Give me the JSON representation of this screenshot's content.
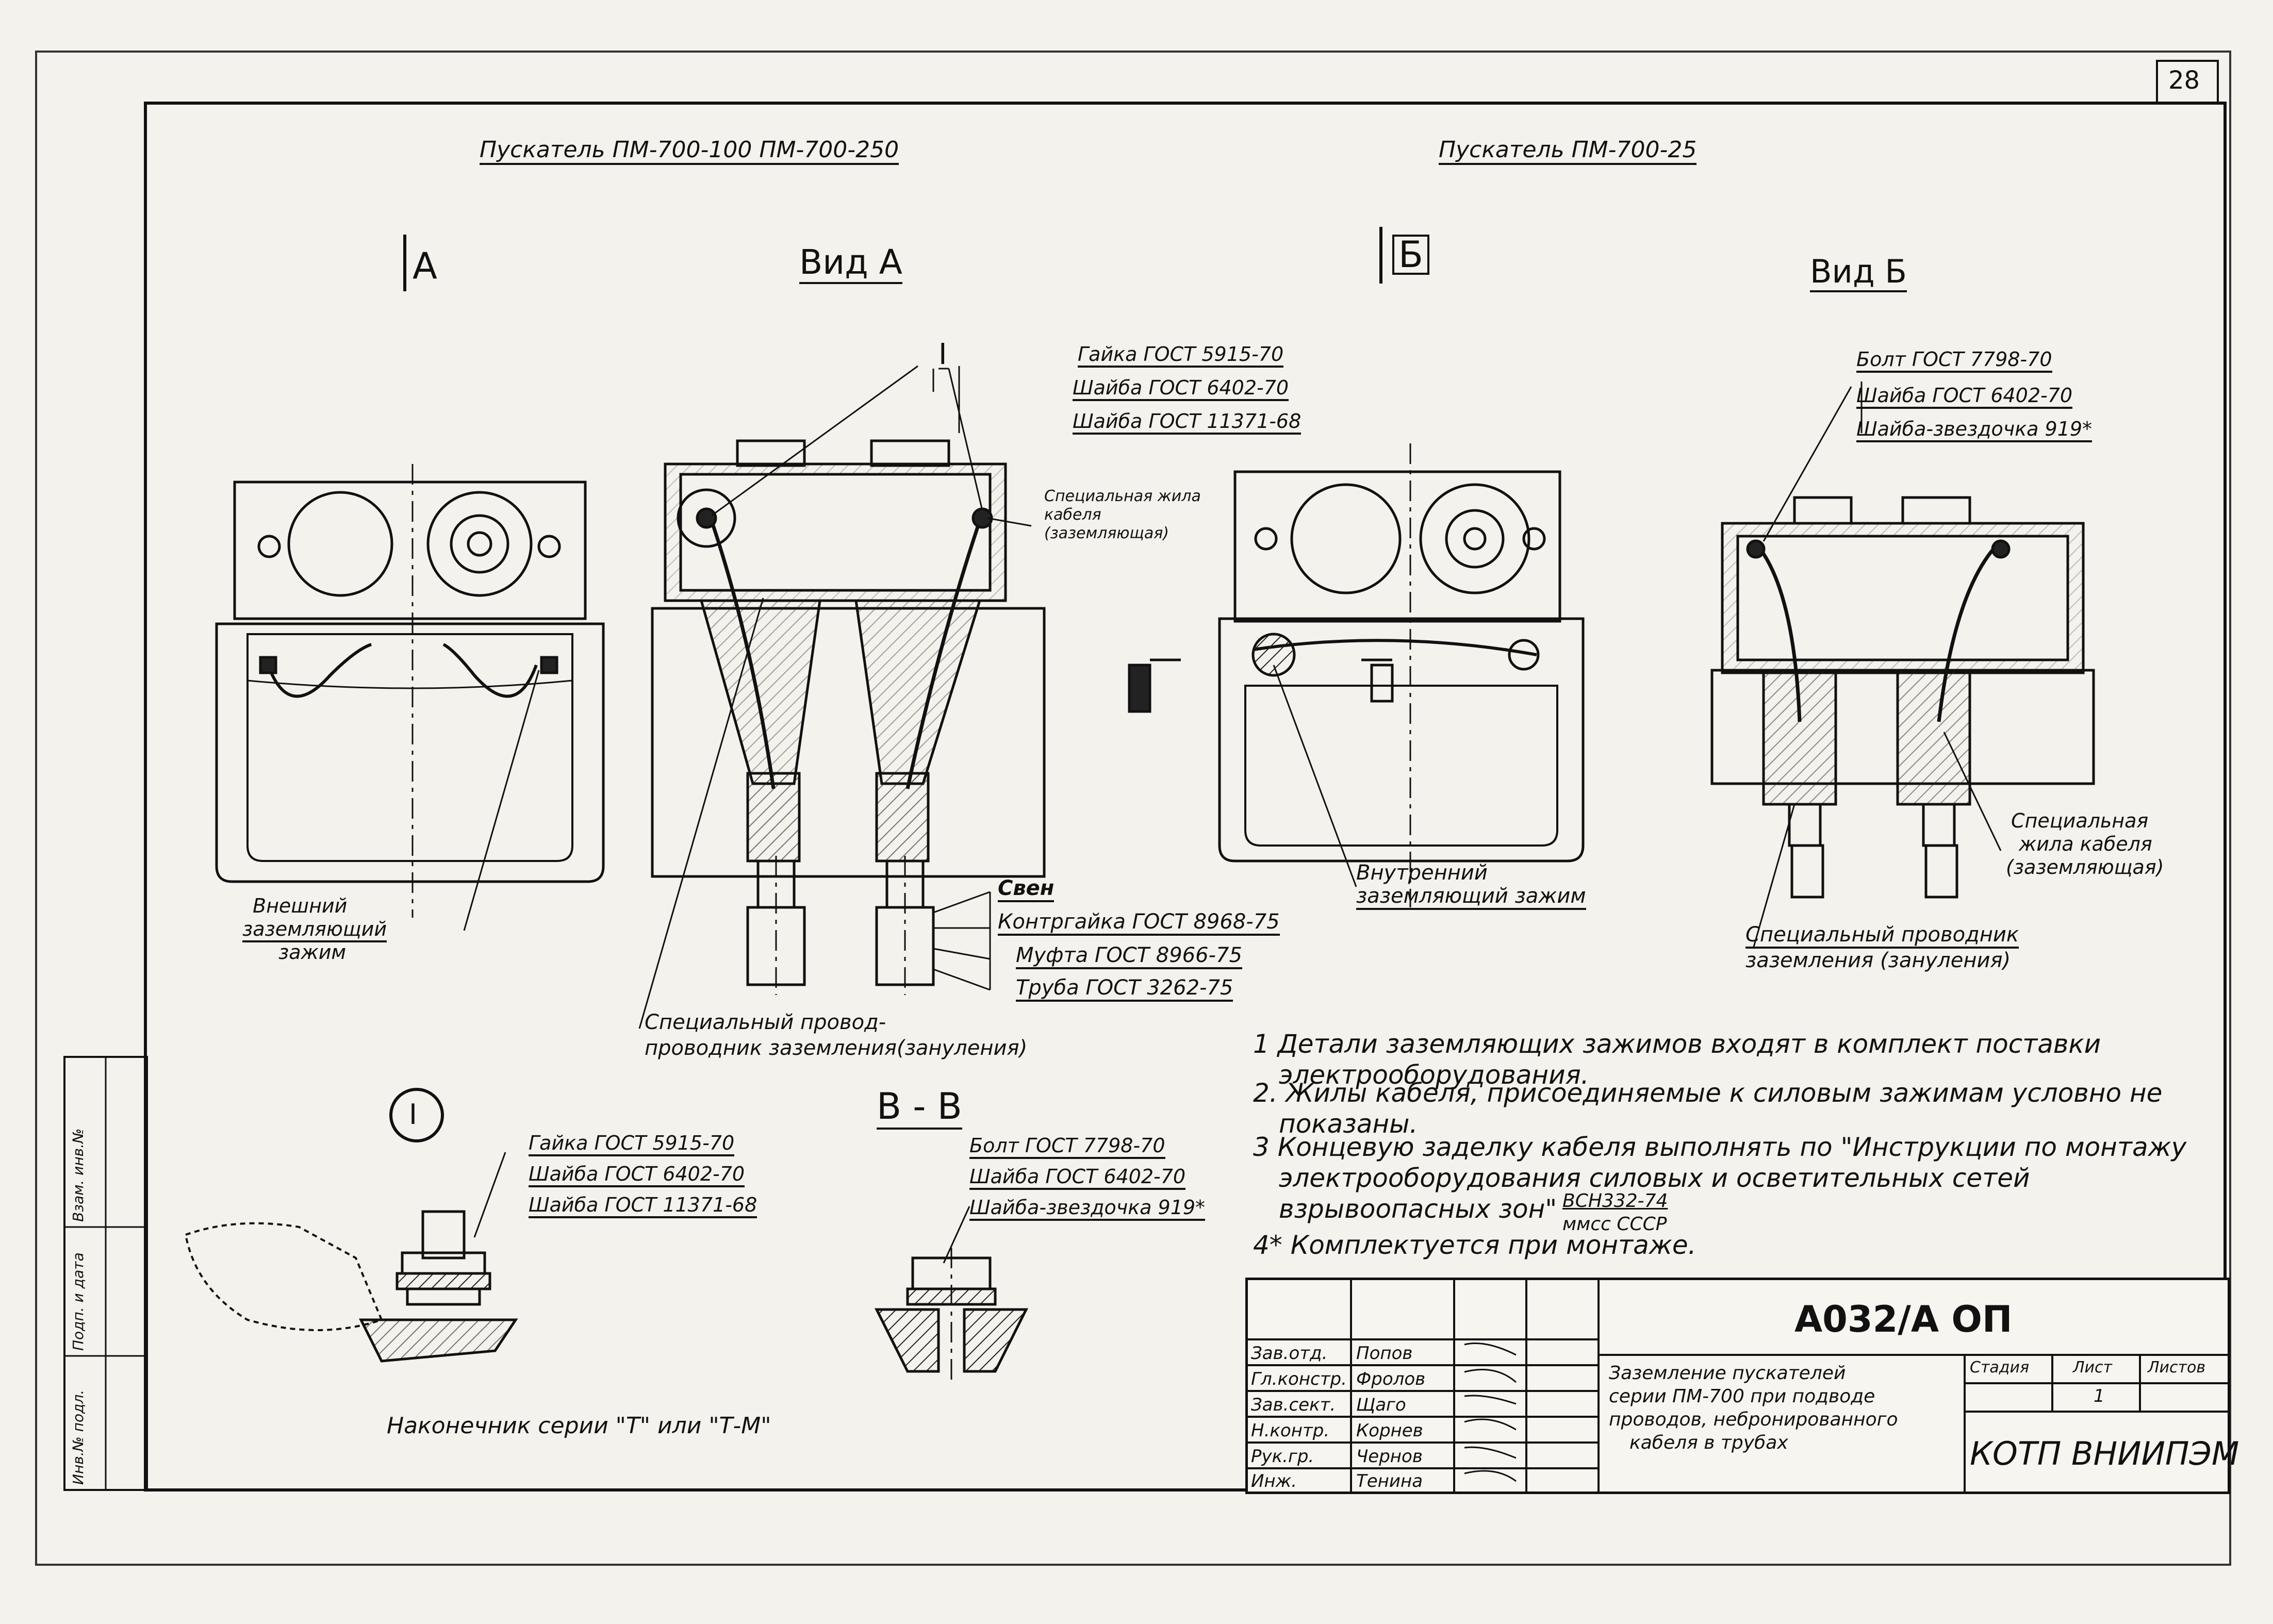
{
  "sheet": {
    "page_number": "28",
    "title_left": "Пускатель ПМ-700-100 ПМ-700-250",
    "title_right": "Пускатель ПМ-700-25",
    "section_A": "А",
    "section_B": "Б",
    "view_A": "Вид А",
    "view_B": "Вид Б",
    "callout_I": "I",
    "detail_I": "I",
    "section_VV": "В - В"
  },
  "labels": {
    "va_1": "Гайка ГОСТ 5915-70",
    "va_2": "Шайба ГОСТ 6402-70",
    "va_3": "Шайба ГОСТ 11371-68",
    "special_core": "Специальная жила кабеля (заземляющая)",
    "vb_1": "Болт ГОСТ 7798-70",
    "vb_2": "Шайба ГОСТ 6402-70",
    "vb_3": "Шайба-звездочка 919*",
    "ext_clamp_1": "Внешний",
    "ext_clamp_2": "заземляющий",
    "ext_clamp_3": "зажим",
    "sv_1": "Свен",
    "sv_2": "Контргайка ГОСТ 8968-75",
    "sv_3": "Муфта ГОСТ 8966-75",
    "sv_4": "Труба ГОСТ 3262-75",
    "int_clamp_1": "Внутренний",
    "int_clamp_2": "заземляющий зажим",
    "special_core2_1": "Специальная",
    "special_core2_2": "жила кабеля",
    "special_core2_3": "(заземляющая)",
    "spec_cond_1": "Специальный проводник",
    "spec_cond_2": "заземления (зануления)",
    "spec_wire_1": "Специальный провод-",
    "spec_wire_2": "проводник заземления(зануления)",
    "d1_1": "Гайка ГОСТ 5915-70",
    "d1_2": "Шайба ГОСТ 6402-70",
    "d1_3": "Шайба ГОСТ 11371-68",
    "vv_1": "Болт ГОСТ 7798-70",
    "vv_2": "Шайба ГОСТ 6402-70",
    "vv_3": "Шайба-звездочка 919*",
    "lug": "Наконечник серии \"Т\" или \"Т-М\""
  },
  "notes": {
    "n1a": "1 Детали заземляющих зажимов входят в комплект поставки",
    "n1b": "электрооборудования.",
    "n2a": "2. Жилы кабеля, присоединяемые к силовым зажимам условно не",
    "n2b": "показаны.",
    "n3a": "3 Концевую заделку кабеля выполнять по \"Инструкции по монтажу",
    "n3b": "электрооборудования силовых и осветительных сетей",
    "n3c": "взрывоопасных зон\"",
    "n3d": "ВСН332-74",
    "n3e": "ммсс СССР",
    "n4": "4* Комплектуется при монтаже."
  },
  "stamp": {
    "code": "А032/А ОП",
    "title_1": "Заземление пускателей",
    "title_2": "серии ПМ-700 при подводе",
    "title_3": "проводов, небронированного",
    "title_4": "кабеля в трубах",
    "stage_h": "Стадия",
    "sheet_h": "Лист",
    "sheets_h": "Листов",
    "sheet_v": "1",
    "org": "КОТП ВНИИПЭМ",
    "roles": [
      "Зав.отд.",
      "Гл.констр.",
      "Зав.сект.",
      "Н.контр.",
      "Рук.гр.",
      "Инж."
    ],
    "names": [
      "Попов",
      "Фролов",
      "Щаго",
      "Корнев",
      "Чернов",
      "Тенина"
    ]
  },
  "side_stamp": {
    "s1": "Инв.№ подл.",
    "s2": "Подп. и дата",
    "s3": "Взам. инв.№"
  }
}
